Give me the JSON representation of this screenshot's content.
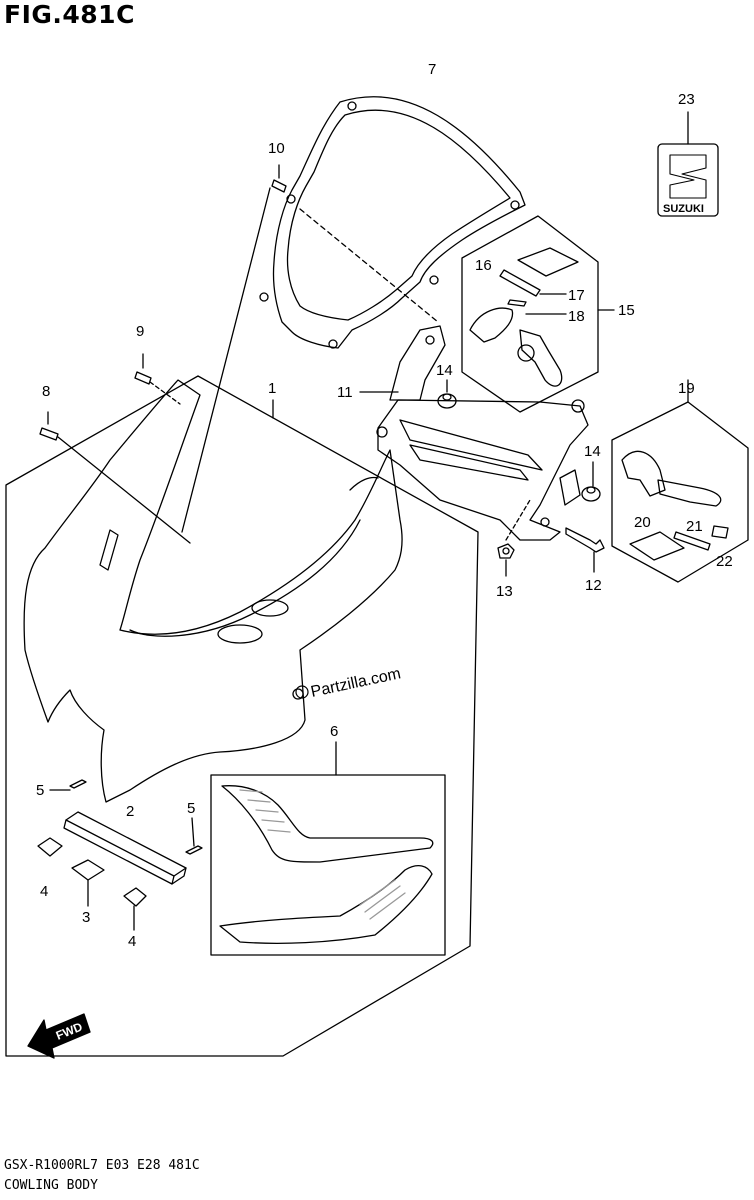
{
  "figure": {
    "title": "FIG.481C",
    "model_code": "GSX-R1000RL7  E03  E28  481C",
    "caption": "COWLING BODY"
  },
  "watermark": "Partzilla.com",
  "emblem_text": "SUZUKI",
  "fwd_text": "FWD",
  "callouts": {
    "c1": "1",
    "c2": "2",
    "c3": "3",
    "c4a": "4",
    "c4b": "4",
    "c5a": "5",
    "c5b": "5",
    "c6": "6",
    "c7": "7",
    "c8": "8",
    "c9": "9",
    "c10": "10",
    "c11": "11",
    "c12": "12",
    "c13": "13",
    "c14a": "14",
    "c14b": "14",
    "c15": "15",
    "c16": "16",
    "c17": "17",
    "c18": "18",
    "c19": "19",
    "c20": "20",
    "c21": "21",
    "c22": "22",
    "c23": "23"
  },
  "colors": {
    "line": "#000000",
    "background": "#ffffff",
    "trim_gray": "#999999"
  }
}
